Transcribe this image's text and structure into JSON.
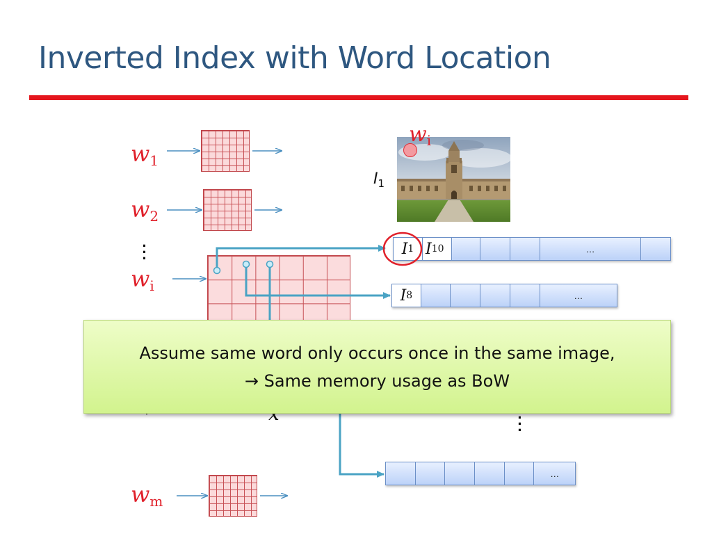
{
  "slide": {
    "title": "Inverted Index with Word Location"
  },
  "words": {
    "w1": {
      "base": "w",
      "sub": "1"
    },
    "w2": {
      "base": "w",
      "sub": "2"
    },
    "wi": {
      "base": "w",
      "sub": "i"
    },
    "wm": {
      "base": "w",
      "sub": "m"
    }
  },
  "image_panel": {
    "label_base": "I",
    "label_sub": "1",
    "word_base": "w",
    "word_sub": "i"
  },
  "postings": {
    "row1": {
      "first": {
        "base": "I",
        "sub": "1"
      },
      "second": {
        "base": "I",
        "sub": "10"
      },
      "ellipsis": "…"
    },
    "row2": {
      "first": {
        "base": "I",
        "sub": "8"
      },
      "ellipsis": "…"
    },
    "row3": {
      "ellipsis": "…"
    }
  },
  "partial_labels": {
    "x_glyph": "x"
  },
  "callout": {
    "line1": "Assume same word only occurs once in the same image,",
    "line2": "→ Same memory usage as BoW"
  },
  "colors": {
    "title": "#2e5780",
    "rule": "#e5161d",
    "word_label": "#e0202a",
    "arrow": "#4a9fc4",
    "grid_fill": "#fbdadb",
    "postings_fill": "#bcd2f8",
    "callout_fill": "#d2f38e"
  }
}
